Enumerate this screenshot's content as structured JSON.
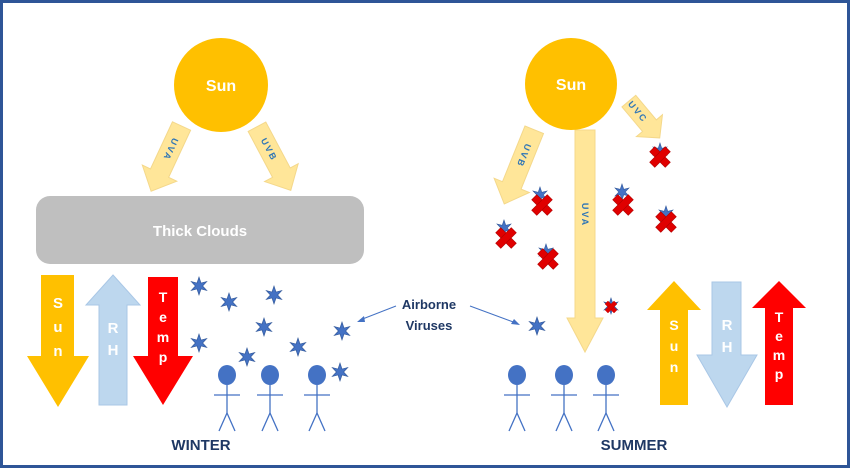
{
  "winter": {
    "sun": "Sun",
    "ray_a": "UVA",
    "ray_b": "UVB",
    "clouds": "Thick Clouds",
    "arrow_sun": "Sun",
    "arrow_rh": "RH",
    "arrow_temp": "Temp",
    "season": "WINTER"
  },
  "summer": {
    "sun": "Sun",
    "ray_b": "UVB",
    "ray_c": "UVC",
    "ray_a": "UVA",
    "arrow_sun": "Sun",
    "arrow_rh": "RH",
    "arrow_temp": "Temp",
    "season": "SUMMER"
  },
  "virus_label_line1": "Airborne",
  "virus_label_line2": "Viruses",
  "colors": {
    "frame": "#2e5597",
    "sun": "#ffc000",
    "ray": "#ffe699",
    "ray_text": "#2e75b6",
    "cloud": "#bfbfbf",
    "sun_arrow": "#ffc000",
    "rh_arrow": "#bdd7ee",
    "temp_arrow": "#ff0000",
    "virus": "#4472c4",
    "kill_cross": "#e00000",
    "person": "#4472c4",
    "label": "#1f3864"
  }
}
